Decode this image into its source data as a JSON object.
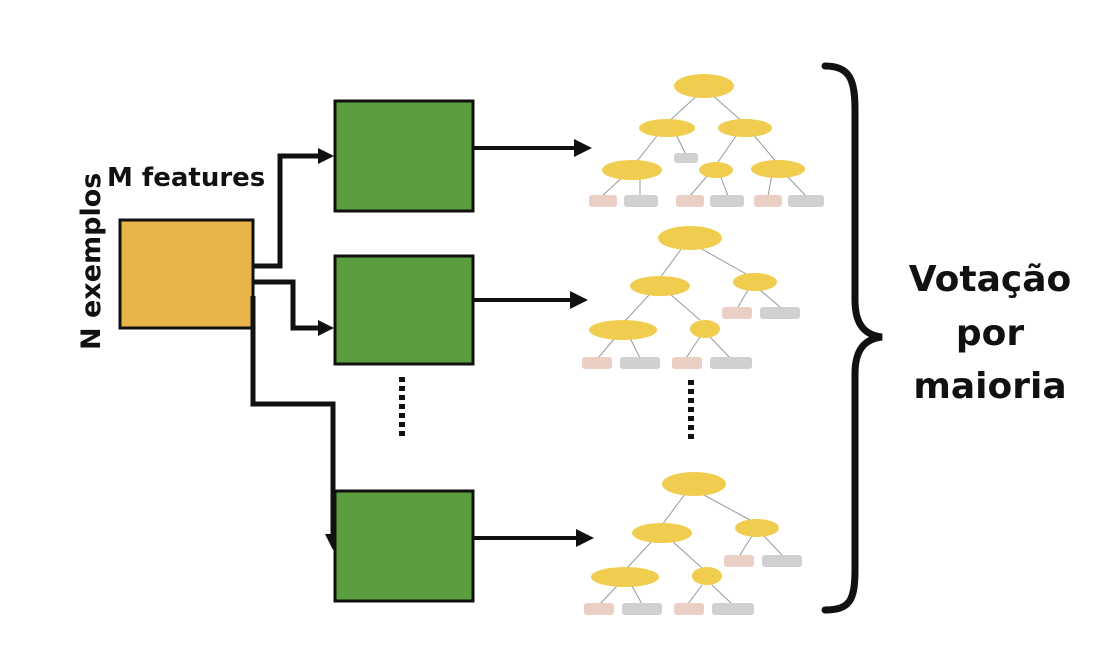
{
  "labels": {
    "n_exemplos": "N exemplos",
    "m_features": "M features",
    "vote_line1": "Votação",
    "vote_line2": "por",
    "vote_line3": "maioria"
  },
  "colors": {
    "dataset_fill": "#e8b54a",
    "subset_fill": "#5b9e3d",
    "node_fill": "#f0cd4e",
    "leaf_pink": "#eccfc4",
    "leaf_gray": "#d0d0d0",
    "stroke": "#111111"
  }
}
